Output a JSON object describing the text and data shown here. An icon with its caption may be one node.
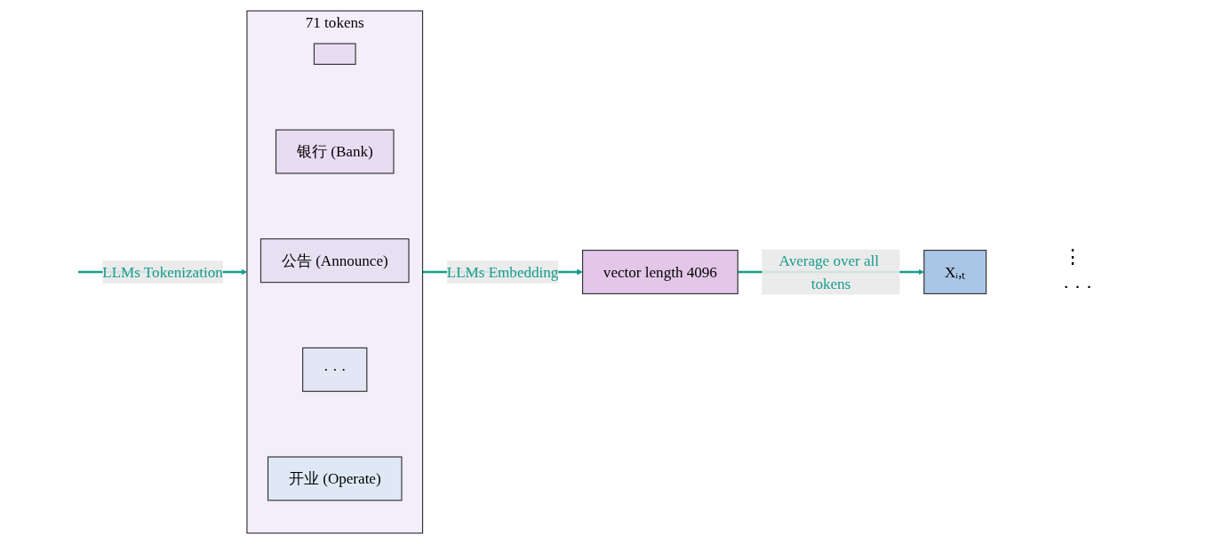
{
  "diagram": {
    "nodes": [
      {
        "text": [
          "71 tokens"
        ]
      },
      {
        "text": [],
        "shape": "box",
        "in": 0
      },
      {
        "text": [
          "银行 (Bank)"
        ],
        "in": 0
      },
      {
        "text": [
          "公告 (Announce)"
        ],
        "in": 0
      },
      {
        "text": [
          "· · ·"
        ],
        "in": 0
      },
      {
        "text": [
          "开业 (Operate)"
        ],
        "in": 0
      },
      {
        "text": [
          "vector length 4096"
        ]
      },
      {
        "text": [
          "Xᵢ,ₜ"
        ]
      }
    ],
    "edges": [
      {
        "from": null,
        "to": 0,
        "arrow": "to",
        "label": "LLMs Tokenization"
      },
      {
        "from": 0,
        "to": 6,
        "arrow": "to",
        "label": "LLMs Embedding"
      },
      {
        "from": 6,
        "to": 7,
        "arrow": "to",
        "label": "Average over all tokens"
      }
    ],
    "labels": [
      "⋮",
      "· · ·"
    ]
  }
}
